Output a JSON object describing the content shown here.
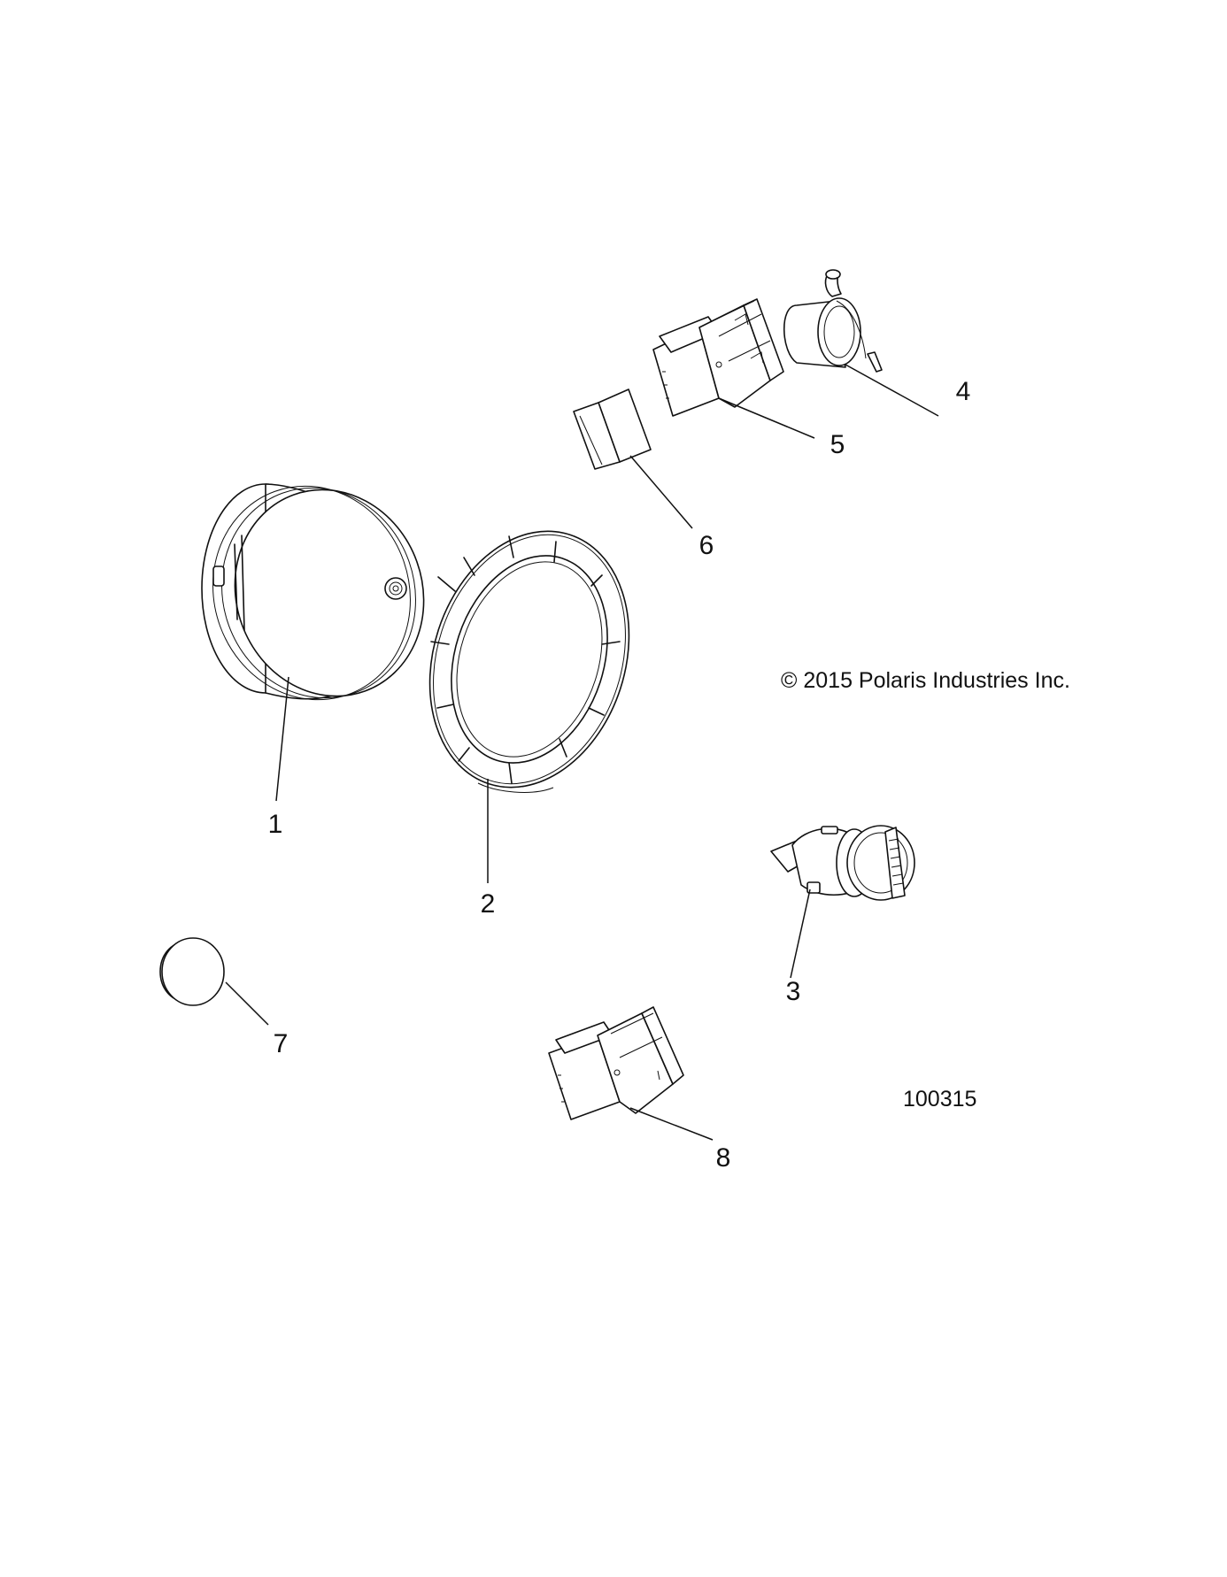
{
  "copyright": "© 2015 Polaris Industries Inc.",
  "figure_number": "100315",
  "callouts": [
    {
      "id": "1",
      "label": "1"
    },
    {
      "id": "2",
      "label": "2"
    },
    {
      "id": "3",
      "label": "3"
    },
    {
      "id": "4",
      "label": "4"
    },
    {
      "id": "5",
      "label": "5"
    },
    {
      "id": "6",
      "label": "6"
    },
    {
      "id": "7",
      "label": "7"
    },
    {
      "id": "8",
      "label": "8"
    }
  ]
}
